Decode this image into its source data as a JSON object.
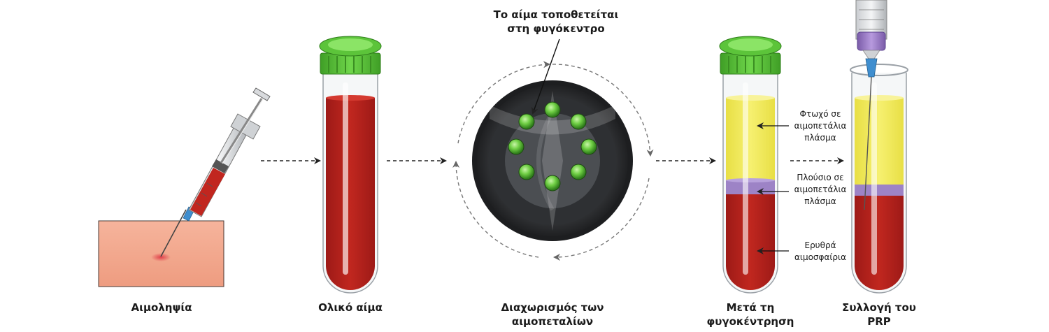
{
  "top_label": [
    "Το αίμα τοποθετείται",
    "στη φυγόκεντρο"
  ],
  "steps": [
    {
      "caption": [
        "Αιμοληψία"
      ]
    },
    {
      "caption": [
        "Ολικό αίμα"
      ]
    },
    {
      "caption": [
        "Διαχωρισμός των",
        "αιμοπεταλίων"
      ]
    },
    {
      "caption": [
        "Μετά τη",
        "φυγοκέντρηση"
      ]
    },
    {
      "caption": [
        "Συλλογή του",
        "PRP"
      ]
    }
  ],
  "layer_labels": {
    "ppp": [
      "Φτωχό σε",
      "αιμοπετάλια",
      "πλάσμα"
    ],
    "prp": [
      "Πλούσιο σε",
      "αιμοπετάλια",
      "πλάσμα"
    ],
    "rbc": [
      "Ερυθρά",
      "αιμοσφαίρια"
    ]
  },
  "colors": {
    "blood": "#b8231f",
    "plasma": "#f2ec5a",
    "buffy_coat": "#9b82c4",
    "cap": "#5cc43a",
    "skin": "#f2a58c",
    "syringe_plunger": "#8a6bb8"
  },
  "icons": [
    "syringe-icon",
    "skin-icon",
    "test-tube-icon",
    "centrifuge-icon",
    "arrow-icon"
  ]
}
